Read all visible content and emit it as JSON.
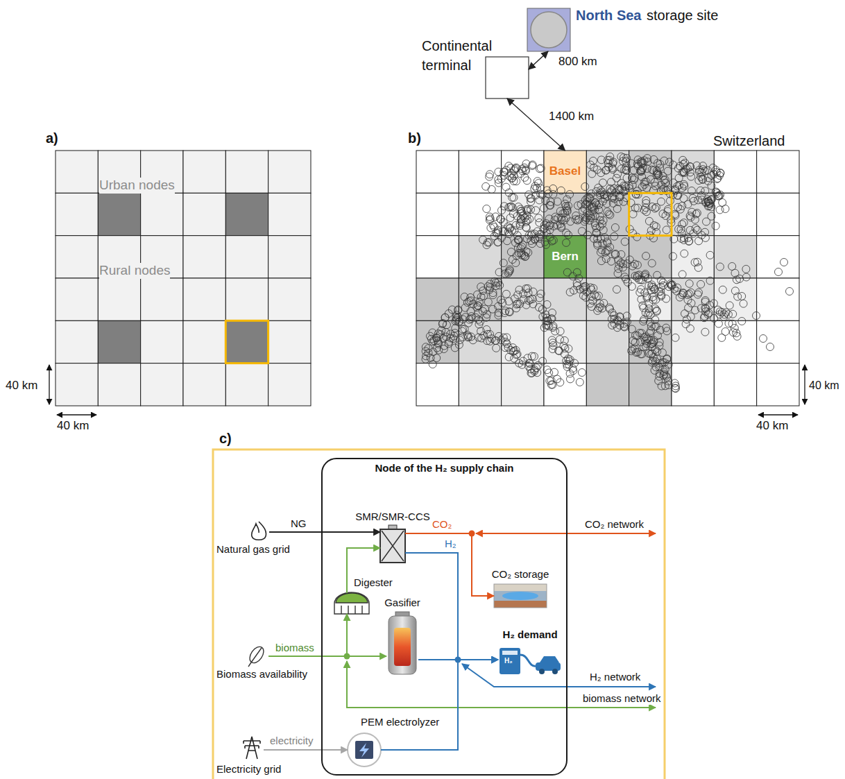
{
  "diagram": {
    "nodes": [
      {
        "text": [
          "North Sea",
          "storage site"
        ]
      },
      {
        "text": [
          "Continental terminal"
        ]
      },
      {
        "text": [
          "Basel"
        ]
      },
      {
        "text": [
          "Bern"
        ]
      },
      {
        "text": [
          "Node of the H₂ supply chain"
        ]
      },
      {
        "text": [
          "SMR/SMR-CCS"
        ],
        "in": 4
      },
      {
        "text": [
          "Digester"
        ],
        "in": 4
      },
      {
        "text": [
          "Gasifier"
        ],
        "in": 4
      },
      {
        "text": [
          "CO₂ storage"
        ],
        "in": 4
      },
      {
        "text": [
          "H₂ demand"
        ],
        "in": 4
      },
      {
        "text": [
          "PEM electrolyzer"
        ],
        "in": 4
      },
      {
        "text": [
          "Natural gas grid"
        ]
      },
      {
        "text": [
          "Biomass availability"
        ]
      },
      {
        "text": [
          "Electricity grid"
        ]
      }
    ],
    "edges": [
      {
        "from": 1,
        "to": 0,
        "label": "800 km",
        "arrow": "both"
      },
      {
        "from": 1,
        "to": 2,
        "label": "1400 km",
        "arrow": "both"
      },
      {
        "from": 11,
        "to": 5,
        "label": "NG",
        "arrow": "to"
      },
      {
        "from": 5,
        "to": 8,
        "label": "CO₂",
        "arrow": "to"
      },
      {
        "from": 5,
        "to": 9,
        "label": "H₂",
        "arrow": "to"
      },
      {
        "from": 12,
        "to": 7,
        "label": "biomass",
        "arrow": "to"
      },
      {
        "from": 12,
        "to": 6,
        "arrow": "to"
      },
      {
        "from": 6,
        "to": 5,
        "arrow": "to"
      },
      {
        "from": 7,
        "to": 9,
        "arrow": "to"
      },
      {
        "from": 13,
        "to": 10,
        "label": "electricity",
        "arrow": "to"
      },
      {
        "from": 10,
        "to": 9,
        "arrow": "to"
      }
    ],
    "labels": [
      "a)",
      "Urban nodes",
      "Rural nodes",
      "40 km",
      "40 km",
      "b)",
      "Switzerland",
      "40 km",
      "40 km",
      "c)",
      "CO₂ network",
      "H₂ network",
      "biomass network",
      "H₂"
    ]
  }
}
